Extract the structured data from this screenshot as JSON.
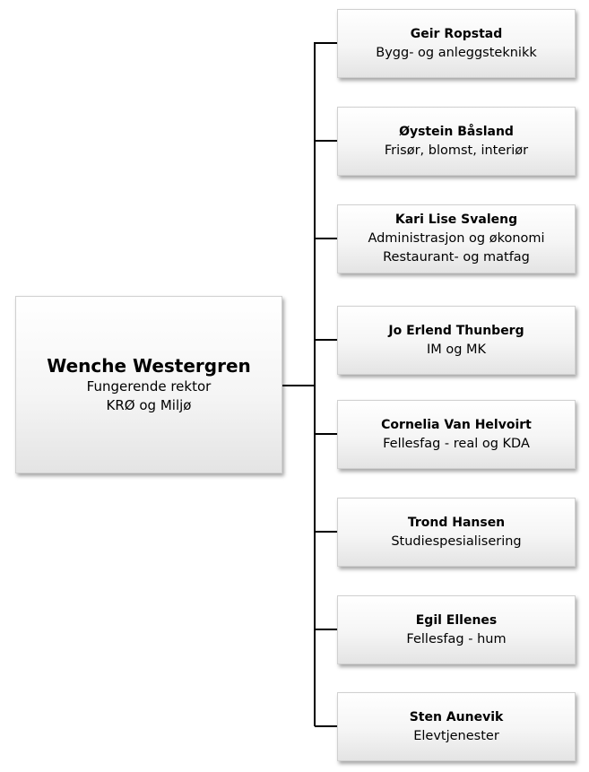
{
  "root": {
    "name": "Wenche Westergren",
    "title": "Fungerende rektor",
    "area": "KRØ og Miljø"
  },
  "children": [
    {
      "name": "Geir Ropstad",
      "lines": [
        "Bygg- og anleggsteknikk"
      ]
    },
    {
      "name": "Øystein Båsland",
      "lines": [
        "Frisør, blomst, interiør"
      ]
    },
    {
      "name": "Kari Lise Svaleng",
      "lines": [
        "Administrasjon og økonomi",
        "Restaurant- og matfag"
      ]
    },
    {
      "name": "Jo Erlend Thunberg",
      "lines": [
        "IM og MK"
      ]
    },
    {
      "name": "Cornelia Van Helvoirt",
      "lines": [
        "Fellesfag - real og KDA"
      ]
    },
    {
      "name": "Trond Hansen",
      "lines": [
        "Studiespesialisering"
      ]
    },
    {
      "name": "Egil Ellenes",
      "lines": [
        "Fellesfag - hum"
      ]
    },
    {
      "name": "Sten Aunevik",
      "lines": [
        "Elevtjenester"
      ]
    }
  ]
}
